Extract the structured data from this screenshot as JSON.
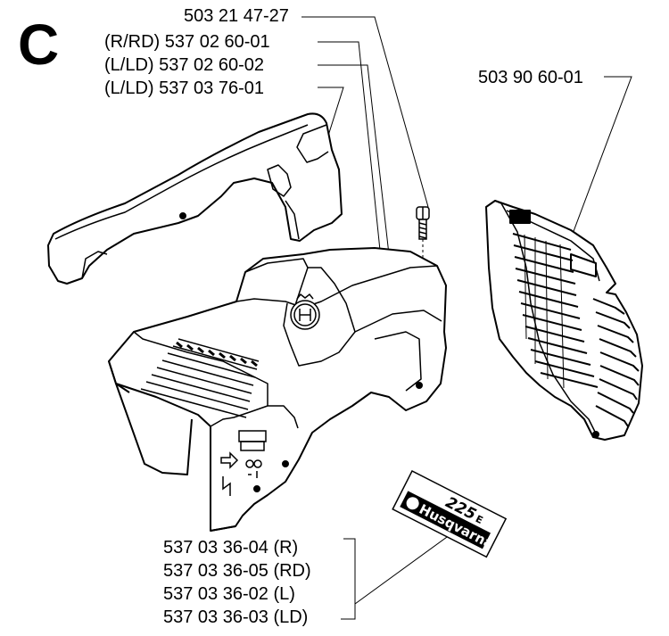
{
  "section_letter": "C",
  "labels": {
    "screw": "503 21 47-27",
    "cover_r_rd": "(R/RD)  537 02 60-01",
    "cover_l_ld_a": "(L/LD)  537 02 60-02",
    "cover_l_ld_b": "(L/LD)  537 03 76-01",
    "grille": "503 90 60-01",
    "decal_r": "537 03 36-04 (R)",
    "decal_rd": "537 03 36-05 (RD)",
    "decal_l": "537 03 36-02 (L)",
    "decal_ld": "537 03 36-03 (LD)"
  },
  "decal_text": {
    "model": "225",
    "suffix": "E",
    "brand": "Husqvarna"
  }
}
